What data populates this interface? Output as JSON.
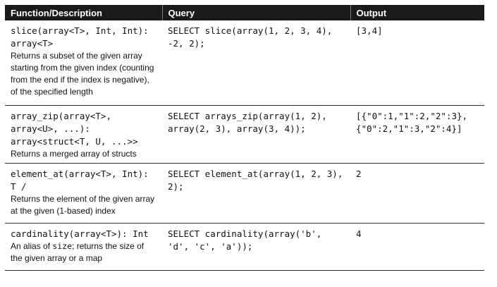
{
  "table": {
    "headers": [
      "Function/Description",
      "Query",
      "Output"
    ],
    "rows": [
      {
        "signature": "slice(array<T>, Int, Int): array<T>",
        "description": "Returns a subset of the given array starting from the given index (counting from the end if the index is negative), of the specified length",
        "query": "SELECT slice(array(1, 2, 3, 4), -2, 2);",
        "output": "[3,4]"
      },
      {
        "signature": "array_zip(array<T>, array<U>, ...): array<struct<T, U, ...>>",
        "description": "Returns a merged array of structs",
        "query": "SELECT arrays_zip(array(1, 2), array(2, 3), array(3, 4));",
        "output": "[{\"0\":1,\"1\":2,\"2\":3}, {\"0\":2,\"1\":3,\"2\":4}]"
      },
      {
        "signature": "element_at(array<T>, Int): T /",
        "description": "Returns the element of the given array at the given (1-based) index",
        "query": "SELECT element_at(array(1, 2, 3), 2);",
        "output": "2"
      },
      {
        "signature": "cardinality(array<T>): Int",
        "description_pre": "An alias of ",
        "description_code": "size",
        "description_post": "; returns the size of the given array or a map",
        "query": "SELECT cardinality(array('b', 'd', 'c', 'a'));",
        "output": "4"
      }
    ]
  }
}
